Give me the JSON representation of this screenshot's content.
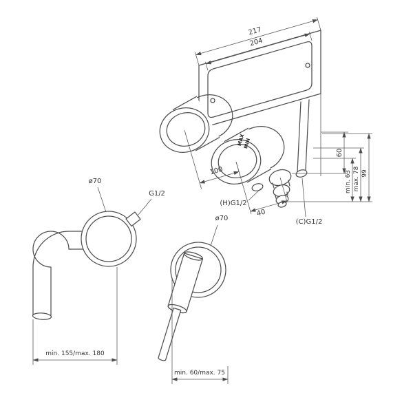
{
  "assembly": {
    "dim_width_outer": "217",
    "dim_width_inner": "204",
    "dim_spacing": "100",
    "dim_outlet_offset": "40",
    "dim_height": "60",
    "dim_depth_min": "min. 63",
    "dim_depth_max": "max. 78",
    "dim_depth_total": "99",
    "label_hot": "(H)G1/2",
    "label_cold": "(C)G1/2",
    "label_max": "MAX",
    "label_min": "MIN"
  },
  "spout_view": {
    "label_diameter": "ø70",
    "label_thread": "G1/2",
    "dim_reach": "min. 155/max. 180"
  },
  "handle_view": {
    "label_diameter": "ø70",
    "dim_projection": "min. 60/max. 75"
  }
}
